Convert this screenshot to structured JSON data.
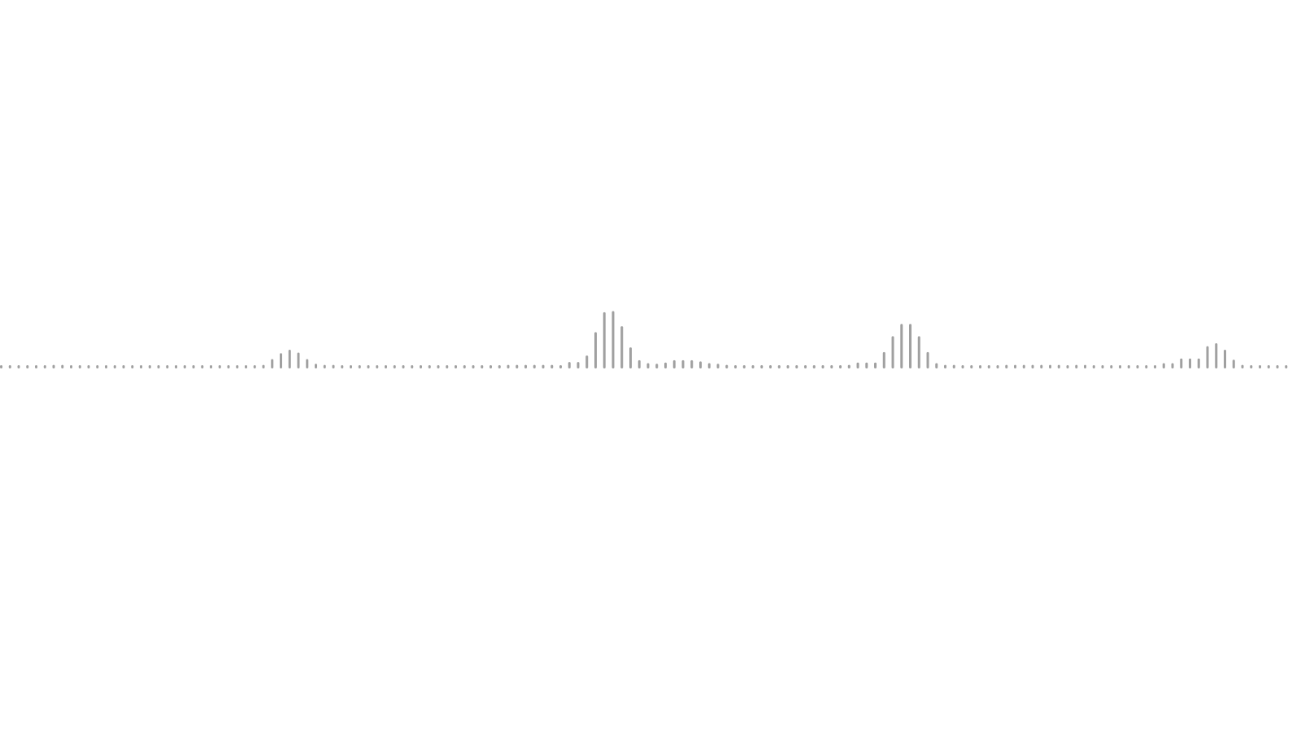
{
  "waveform": {
    "bar_color": "#a0a0a0",
    "background_color": "#ffffff",
    "levels": [
      0.03,
      0.03,
      0.03,
      0.03,
      0.03,
      0.05,
      0.06,
      0.06,
      0.03,
      0.03,
      0.03,
      0.03,
      0.03,
      0.03,
      0.03,
      0.03,
      0.03,
      0.03,
      0.03,
      0.03,
      0.03,
      0.03,
      0.03,
      0.03,
      0.03,
      0.03,
      0.03,
      0.03,
      0.03,
      0.03,
      0.06,
      0.16,
      0.26,
      0.32,
      0.27,
      0.16,
      0.08,
      0.06,
      0.06,
      0.05,
      0.03,
      0.03,
      0.03,
      0.03,
      0.03,
      0.03,
      0.03,
      0.03,
      0.03,
      0.03,
      0.03,
      0.03,
      0.03,
      0.03,
      0.03,
      0.03,
      0.03,
      0.05,
      0.06,
      0.06,
      0.06,
      0.06,
      0.06,
      0.06,
      0.05,
      0.11,
      0.11,
      0.22,
      0.62,
      0.96,
      0.98,
      0.72,
      0.36,
      0.14,
      0.09,
      0.08,
      0.1,
      0.14,
      0.14,
      0.14,
      0.12,
      0.09,
      0.08,
      0.06,
      0.05,
      0.03,
      0.03,
      0.03,
      0.03,
      0.03,
      0.03,
      0.03,
      0.03,
      0.03,
      0.03,
      0.03,
      0.03,
      0.06,
      0.1,
      0.1,
      0.1,
      0.28,
      0.55,
      0.76,
      0.76,
      0.55,
      0.28,
      0.09,
      0.06,
      0.06,
      0.03,
      0.03,
      0.03,
      0.03,
      0.03,
      0.06,
      0.06,
      0.06,
      0.06,
      0.06,
      0.06,
      0.06,
      0.03,
      0.06,
      0.06,
      0.03,
      0.03,
      0.03,
      0.03,
      0.03,
      0.03,
      0.03,
      0.03,
      0.09,
      0.09,
      0.17,
      0.17,
      0.17,
      0.38,
      0.43,
      0.32,
      0.15,
      0.06,
      0.03,
      0.03,
      0.03,
      0.03,
      0.03
    ]
  }
}
